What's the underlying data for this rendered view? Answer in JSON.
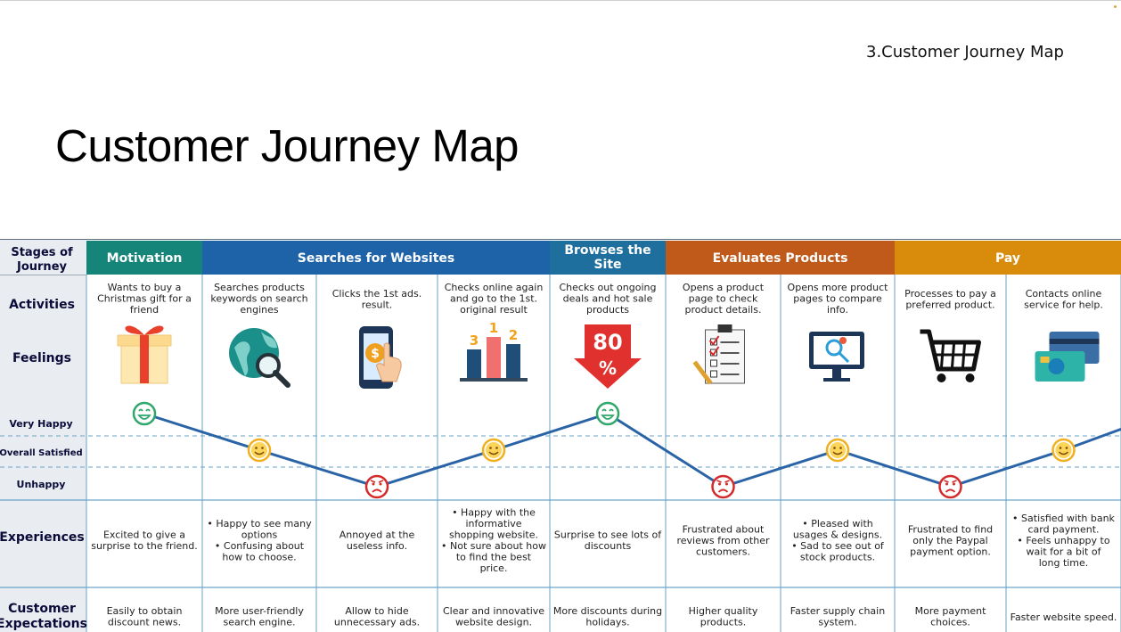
{
  "slide": {
    "section_label": "3.Customer Journey Map",
    "title": "Customer Journey Map"
  },
  "row_labels": {
    "stages": [
      "Stages of",
      "Journey"
    ],
    "activities": "Activities",
    "feelings": "Feelings",
    "very_happy": "Very Happy",
    "overall_satisfied": "Overall Satisfied",
    "unhappy": "Unhappy",
    "experiences": "Experiences",
    "expectations": [
      "Customer",
      "Expectations"
    ]
  },
  "stages": [
    {
      "lines": [
        "Motivation"
      ],
      "color": "#15857a"
    },
    {
      "lines": [
        "Searches for Websites"
      ],
      "color": "#1e62a8"
    },
    {
      "lines": [
        "Browses the",
        "Site"
      ],
      "color": "#1f6f9e"
    },
    {
      "lines": [
        "Evaluates Products"
      ],
      "color": "#bf5a1a"
    },
    {
      "lines": [
        "Pay"
      ],
      "color": "#d98c0c"
    }
  ],
  "columns": [
    {
      "activity": [
        "Wants to buy a",
        "Christmas gift for a",
        "friend"
      ],
      "icon": "gift-icon",
      "mood": "very-happy",
      "experience": [
        "Excited to give a",
        "surprise to the friend."
      ],
      "expectation": [
        "Easily to obtain",
        "discount news."
      ]
    },
    {
      "activity": [
        "Searches products",
        "keywords on search",
        "engines"
      ],
      "icon": "globe-search-icon",
      "mood": "satisfied",
      "experience": [
        "• Happy to see many",
        "options",
        "• Confusing about",
        "how to choose."
      ],
      "expectation": [
        "More user-friendly",
        "search engine."
      ]
    },
    {
      "activity": [
        "Clicks the 1st ads.",
        "result."
      ],
      "icon": "phone-click-icon",
      "mood": "unhappy",
      "experience": [
        "Annoyed at the",
        "useless info."
      ],
      "expectation": [
        "Allow to hide",
        "unnecessary ads."
      ]
    },
    {
      "activity": [
        "Checks online again",
        "and go to the 1st.",
        "original result"
      ],
      "icon": "ranking-podium-icon",
      "mood": "satisfied",
      "experience": [
        "• Happy with the",
        "informative",
        "shopping website.",
        "• Not sure about how",
        "to find the best",
        "price."
      ],
      "expectation": [
        "Clear and innovative",
        "website design."
      ]
    },
    {
      "activity": [
        "Checks out ongoing",
        "deals and hot sale",
        "products"
      ],
      "icon": "discount-tag-icon",
      "mood": "very-happy",
      "experience": [
        "Surprise to see lots of",
        "discounts"
      ],
      "expectation": [
        "More discounts during",
        "holidays."
      ]
    },
    {
      "activity": [
        "Opens a product",
        "page to check",
        "product details."
      ],
      "icon": "checklist-icon",
      "mood": "unhappy",
      "experience": [
        "Frustrated about",
        "reviews from other",
        "customers."
      ],
      "expectation": [
        "Higher quality",
        "products."
      ]
    },
    {
      "activity": [
        "Opens more product",
        "pages to compare",
        "info."
      ],
      "icon": "monitor-search-icon",
      "mood": "satisfied",
      "experience": [
        "• Pleased with",
        "usages & designs.",
        "• Sad to see out of",
        "stock products."
      ],
      "expectation": [
        "Faster supply chain",
        "system."
      ]
    },
    {
      "activity": [
        "Processes to pay a",
        "preferred product."
      ],
      "icon": "shopping-cart-icon",
      "mood": "unhappy",
      "experience": [
        "Frustrated to find",
        "only the Paypal",
        "payment option."
      ],
      "expectation": [
        "More payment",
        "choices."
      ]
    },
    {
      "activity": [
        "Contacts online",
        "service for help."
      ],
      "icon": "bank-cards-icon",
      "mood": "satisfied",
      "experience": [
        "• Satisfied with bank",
        "card payment.",
        "• Feels unhappy to",
        "wait for a bit of",
        "long time."
      ],
      "expectation": [
        "Faster website speed."
      ]
    }
  ],
  "colors": {
    "grid": "#6aa3c8",
    "label_column": "#e9ecf0",
    "journey_line": "#2b64a6",
    "happy_face": "#2fa66a",
    "satisfied_face": "#f0b020",
    "unhappy_face": "#d42a2a"
  }
}
